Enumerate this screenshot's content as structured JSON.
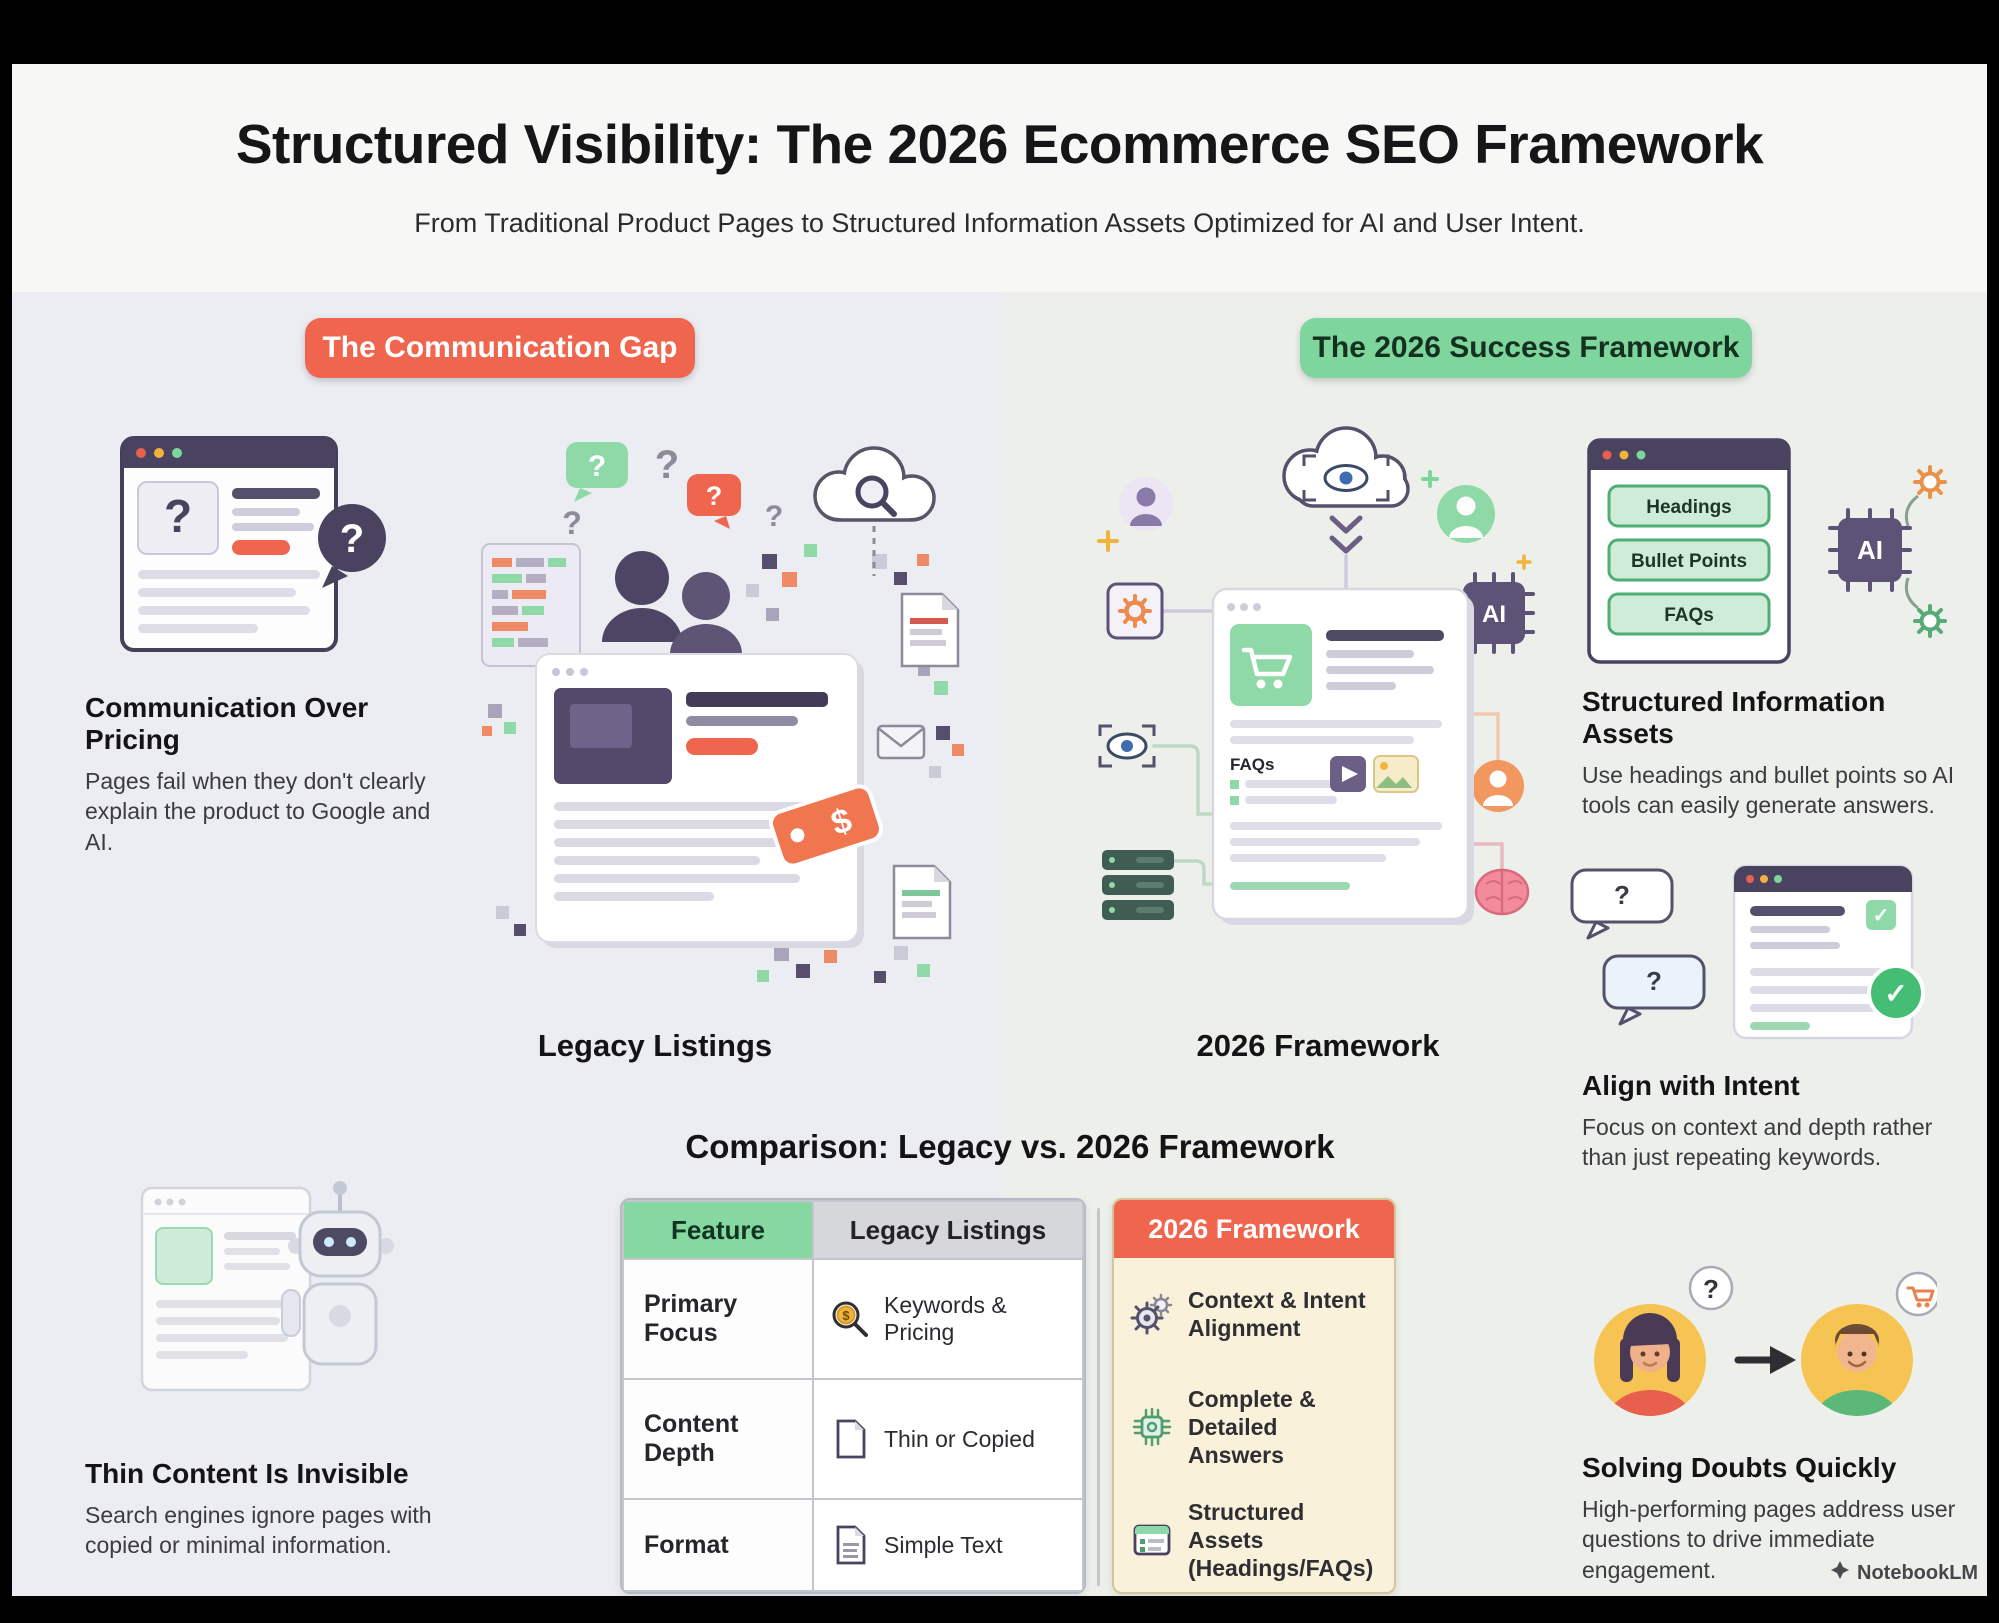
{
  "header": {
    "title": "Structured Visibility: The 2026 Ecommerce SEO Framework",
    "subtitle": "From Traditional Product Pages to Structured Information Assets Optimized for AI and User Intent."
  },
  "left": {
    "badge": "The Communication Gap",
    "communication": {
      "heading": "Communication Over Pricing",
      "body": "Pages fail when they don't clearly explain the product to Google and AI."
    },
    "legacy_caption": "Legacy Listings",
    "thin_content": {
      "heading": "Thin Content Is Invisible",
      "body": "Search engines ignore pages with copied or minimal information."
    }
  },
  "right": {
    "badge": "The 2026 Success Framework",
    "framework_caption": "2026 Framework",
    "structured_assets": {
      "heading": "Structured Information Assets",
      "body": "Use headings and bullet points so AI tools can easily generate answers.",
      "buttons": [
        "Headings",
        "Bullet Points",
        "FAQs"
      ]
    },
    "align_intent": {
      "heading": "Align with Intent",
      "body": "Focus on context and depth rather than just repeating keywords."
    },
    "solving_doubts": {
      "heading": "Solving Doubts Quickly",
      "body": "High-performing pages address user questions to drive immediate engagement."
    }
  },
  "labels": {
    "ai": "AI",
    "faqs": "FAQs"
  },
  "glyphs": {
    "question_mark": "?",
    "dollar_sign": "$",
    "checkmark": "✓"
  },
  "comparison": {
    "title": "Comparison: Legacy vs. 2026 Framework",
    "columns": [
      "Feature",
      "Legacy Listings"
    ],
    "rows": [
      {
        "feature": "Primary Focus",
        "legacy": "Keywords & Pricing"
      },
      {
        "feature": "Content Depth",
        "legacy": "Thin or Copied"
      },
      {
        "feature": "Format",
        "legacy": "Simple Text"
      }
    ],
    "framework_column": {
      "header": "2026 Framework",
      "items": [
        "Context & Intent Alignment",
        "Complete & Detailed Answers",
        "Structured Assets (Headings/FAQs)"
      ]
    }
  },
  "colors": {
    "accent_red": "#ef654d",
    "accent_green": "#7fd69d",
    "dark_purple": "#4a4360",
    "cream": "#f9f1da"
  },
  "footer": {
    "watermark": "NotebookLM"
  }
}
